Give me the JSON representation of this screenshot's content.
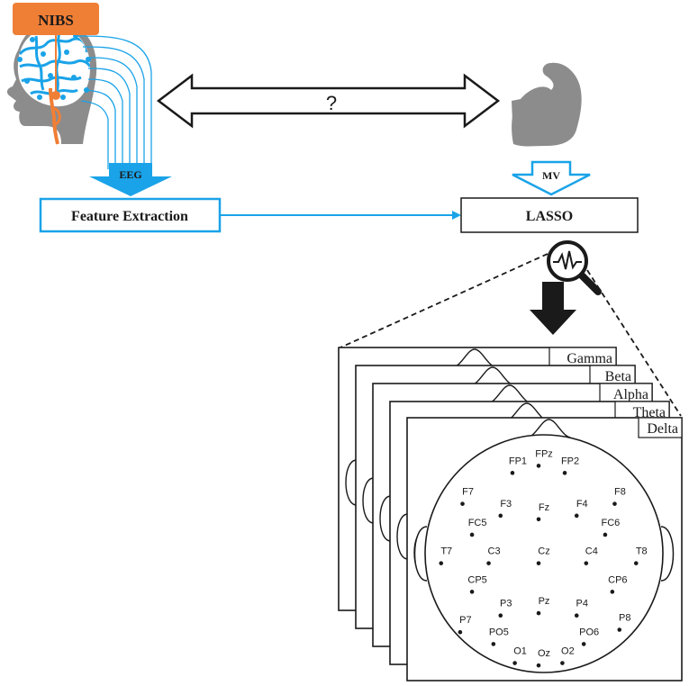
{
  "stimulation": {
    "label": "NIBS"
  },
  "signal": {
    "eeg_label": "EEG",
    "mv_label": "MV"
  },
  "relation": {
    "symbol": "?"
  },
  "boxes": {
    "feature_extraction": "Feature Extraction",
    "lasso": "LASSO"
  },
  "bands": [
    "Gamma",
    "Beta",
    "Alpha",
    "Theta",
    "Delta"
  ],
  "electrodes": [
    "FP1",
    "FPz",
    "FP2",
    "F7",
    "F3",
    "Fz",
    "F4",
    "F8",
    "FC5",
    "FC6",
    "T7",
    "C3",
    "Cz",
    "C4",
    "T8",
    "CP5",
    "CP6",
    "P3",
    "Pz",
    "P4",
    "P7",
    "P8",
    "PO5",
    "PO6",
    "O1",
    "Oz",
    "O2"
  ],
  "colors": {
    "accent_blue": "#1aa3e8",
    "nibs_orange": "#f07f36",
    "head_gray": "#8c8c8c",
    "dark": "#1a1a1a"
  }
}
